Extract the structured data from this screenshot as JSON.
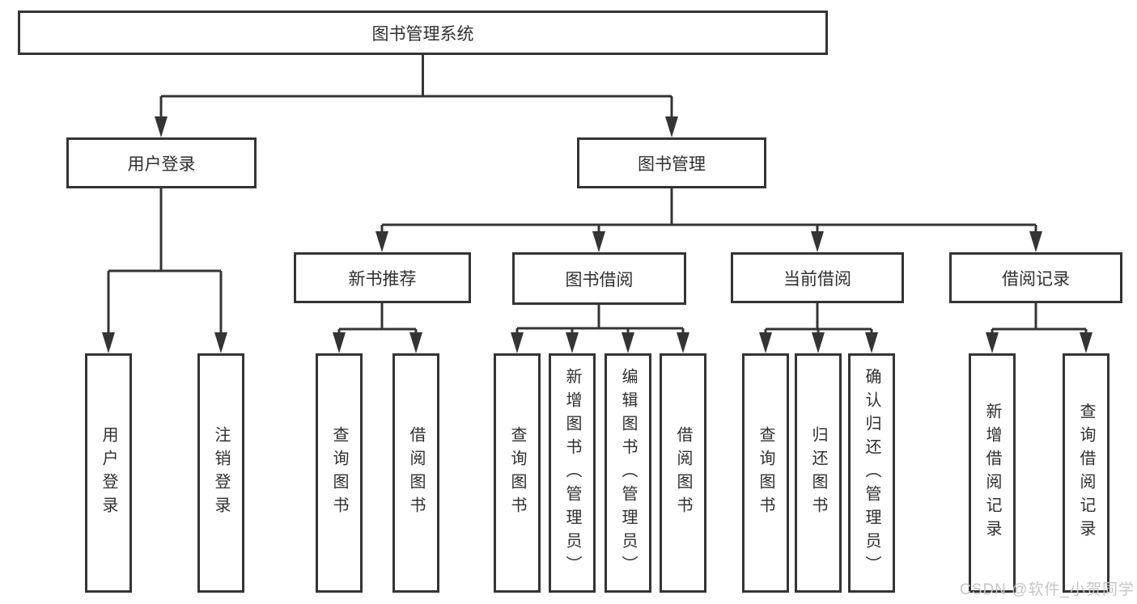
{
  "diagram": {
    "title": "图书管理系统",
    "user_login_branch": {
      "label": "用户登录",
      "children": [
        {
          "label": "用户登录"
        },
        {
          "label": "注销登录"
        }
      ]
    },
    "book_management_branch": {
      "label": "图书管理",
      "children": [
        {
          "label": "新书推荐",
          "children": [
            {
              "label": "查询图书"
            },
            {
              "label": "借阅图书"
            }
          ]
        },
        {
          "label": "图书借阅",
          "children": [
            {
              "label": "查询图书"
            },
            {
              "label": "新增图书（管理员）"
            },
            {
              "label": "编辑图书（管理员）"
            },
            {
              "label": "借阅图书"
            }
          ]
        },
        {
          "label": "当前借阅",
          "children": [
            {
              "label": "查询图书"
            },
            {
              "label": "归还图书"
            },
            {
              "label": "确认归还（管理员）"
            }
          ]
        },
        {
          "label": "借阅记录",
          "children": [
            {
              "label": "新增借阅记录"
            },
            {
              "label": "查询借阅记录"
            }
          ]
        }
      ]
    }
  },
  "watermark": "CSDN @软件_小贺同学",
  "colors": {
    "line": "#343434",
    "box_border": "#343434",
    "text": "#2f2f2f",
    "watermark": "#c6c6c6",
    "background": "#ffffff"
  }
}
